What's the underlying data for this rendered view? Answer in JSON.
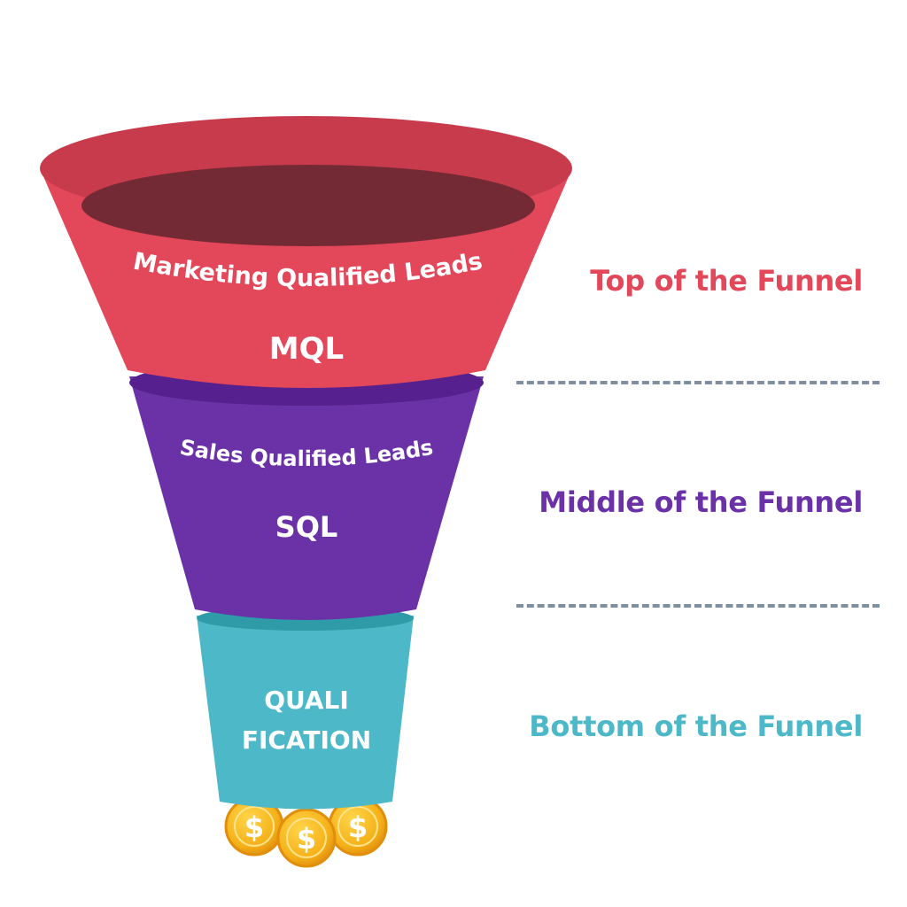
{
  "stages": [
    {
      "key": "top",
      "title": "Marketing Qualified Leads",
      "abbr": "MQL",
      "label": "Top of the Funnel",
      "color": "#e2475a"
    },
    {
      "key": "middle",
      "title": "Sales Qualified Leads",
      "abbr": "SQL",
      "label": "Middle of the Funnel",
      "color": "#6b32a8"
    },
    {
      "key": "bottom",
      "line1": "QUALI",
      "line2": "FICATION",
      "label": "Bottom of the Funnel",
      "color": "#4db8c8"
    }
  ],
  "coins": {
    "symbol": "$",
    "color": "#f5b21a"
  },
  "divider_color": "#7d8fa0"
}
